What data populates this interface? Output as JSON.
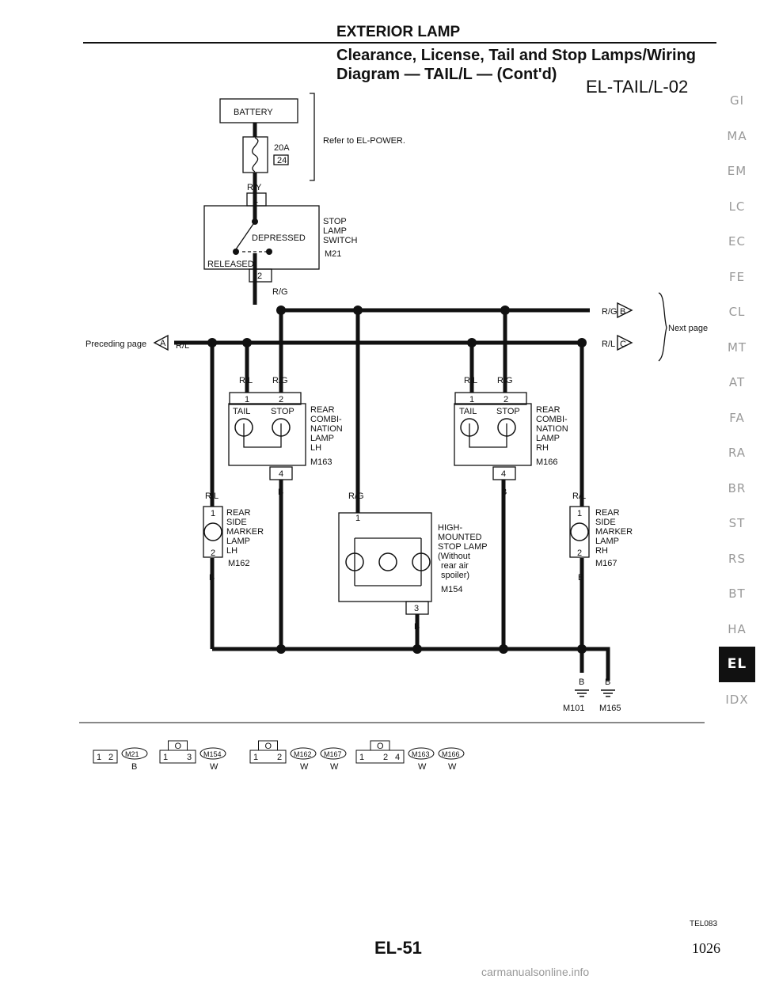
{
  "header": {
    "section": "EXTERIOR LAMP",
    "title_line1": "Clearance, License, Tail and Stop Lamps/Wiring",
    "title_line2": "Diagram — TAIL/L — (Cont'd)"
  },
  "diagram_code": "EL-TAIL/L-02",
  "labels": {
    "battery": "BATTERY",
    "fuse_amp": "20A",
    "fuse_no": "24",
    "refer": "Refer to EL-POWER.",
    "wire_ry": "R/Y",
    "stop_lamp_switch": [
      "STOP",
      "LAMP",
      "SWITCH"
    ],
    "depressed": "DEPRESSED",
    "released": "RELEASED",
    "preceding": "Preceding page",
    "next": "Next page",
    "wire_rg": "R/G",
    "wire_rl": "R/L",
    "wire_b": "B",
    "conn_a": "A",
    "conn_b": "B",
    "conn_c": "C",
    "tail": "TAIL",
    "stop": "STOP",
    "rear_combi_lh": [
      "REAR",
      "COMBI-",
      "NATION",
      "LAMP",
      "LH"
    ],
    "rear_combi_rh": [
      "REAR",
      "COMBI-",
      "NATION",
      "LAMP",
      "RH"
    ],
    "rear_side_lh": [
      "REAR",
      "SIDE",
      "MARKER",
      "LAMP",
      "LH"
    ],
    "rear_side_rh": [
      "REAR",
      "SIDE",
      "MARKER",
      "LAMP",
      "RH"
    ],
    "hmsl": [
      "HIGH-",
      "MOUNTED",
      "STOP LAMP",
      "(Without",
      "rear air",
      "spoiler)"
    ],
    "pins": {
      "p1": "1",
      "p2": "2",
      "p3": "3",
      "p4": "4"
    }
  },
  "connectors": {
    "m21": "M21",
    "m163": "M163",
    "m166": "M166",
    "m162": "M162",
    "m167": "M167",
    "m154": "M154",
    "m101": "M101",
    "m165": "M165"
  },
  "legend": [
    {
      "pins": [
        "1",
        "2"
      ],
      "ids": [
        "M21"
      ],
      "colors": [
        "B"
      ]
    },
    {
      "pins": [
        "1",
        "3"
      ],
      "top": "O",
      "ids": [
        "M154"
      ],
      "colors": [
        "W"
      ]
    },
    {
      "pins": [
        "1",
        "2"
      ],
      "top": "O",
      "ids": [
        "M162",
        "M167"
      ],
      "colors": [
        "W",
        "W"
      ]
    },
    {
      "pins": [
        "1",
        "2",
        "4"
      ],
      "top": "O",
      "ids": [
        "M163",
        "M166"
      ],
      "colors": [
        "W",
        "W"
      ]
    }
  ],
  "side_tabs": [
    "GI",
    "MA",
    "EM",
    "LC",
    "EC",
    "FE",
    "CL",
    "MT",
    "AT",
    "FA",
    "RA",
    "BR",
    "ST",
    "RS",
    "BT",
    "HA",
    "EL",
    "IDX"
  ],
  "active_tab": "EL",
  "footer": {
    "ref": "TEL083",
    "page": "EL-51",
    "number": "1026"
  },
  "watermark": "carmanualsonline.info"
}
